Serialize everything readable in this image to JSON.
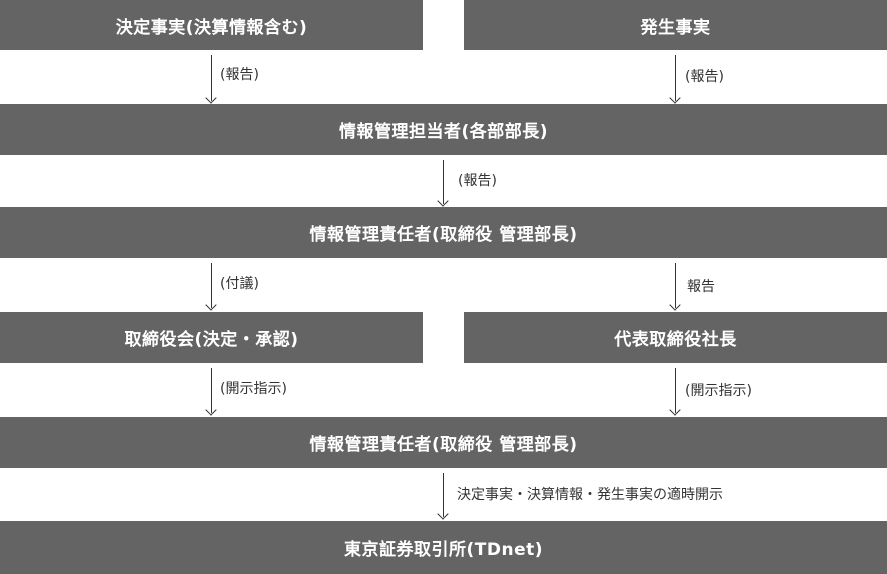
{
  "boxes": {
    "decision_facts": "決定事実(決算情報含む)",
    "occurrence_facts": "発生事実",
    "info_manager_dept": "情報管理担当者(各部部長)",
    "info_responsible_1": "情報管理責任者(取締役 管理部長)",
    "board": "取締役会(決定・承認)",
    "president": "代表取締役社長",
    "info_responsible_2": "情報管理責任者(取締役 管理部長)",
    "tse": "東京証券取引所(TDnet)"
  },
  "arrows": {
    "report_left": "(報告)",
    "report_right": "(報告)",
    "report_center": "(報告)",
    "submit": "(付議)",
    "report_plain": "報告",
    "disclose_left": "(開示指示)",
    "disclose_right": "(開示指示)",
    "final": "決定事実・決算情報・発生事実の適時開示"
  }
}
